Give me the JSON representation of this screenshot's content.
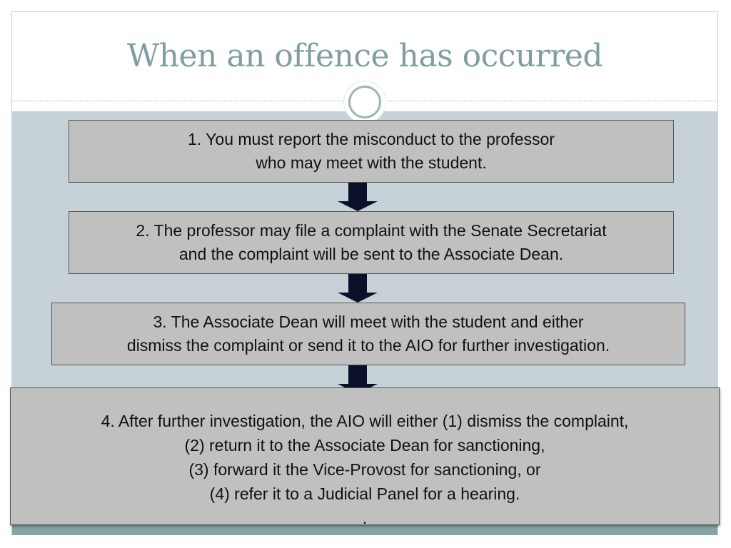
{
  "title": "When an offence has occurred",
  "steps": [
    {
      "lines": [
        "1.   You must report the misconduct to the professor",
        "who may meet with the student."
      ]
    },
    {
      "lines": [
        "2.   The professor may file a complaint with the Senate Secretariat",
        "and the complaint will be sent to the Associate Dean."
      ]
    },
    {
      "lines": [
        "3.   The Associate Dean will meet with the student and either",
        "dismiss the complaint or send it to the AIO for further investigation."
      ]
    },
    {
      "lines": [
        "4.   After further investigation, the AIO will either (1) dismiss the complaint,",
        "(2) return it to the Associate Dean for sanctioning,",
        "(3) forward it the Vice-Provost for sanctioning, or",
        "(4) refer it to a Judicial Panel for a hearing.",
        "."
      ]
    }
  ],
  "colors": {
    "title": "#7e9ea3",
    "box": "#c0c0c0",
    "content_bg": "#c7d2d8",
    "arrow": "#0a0f2a"
  }
}
